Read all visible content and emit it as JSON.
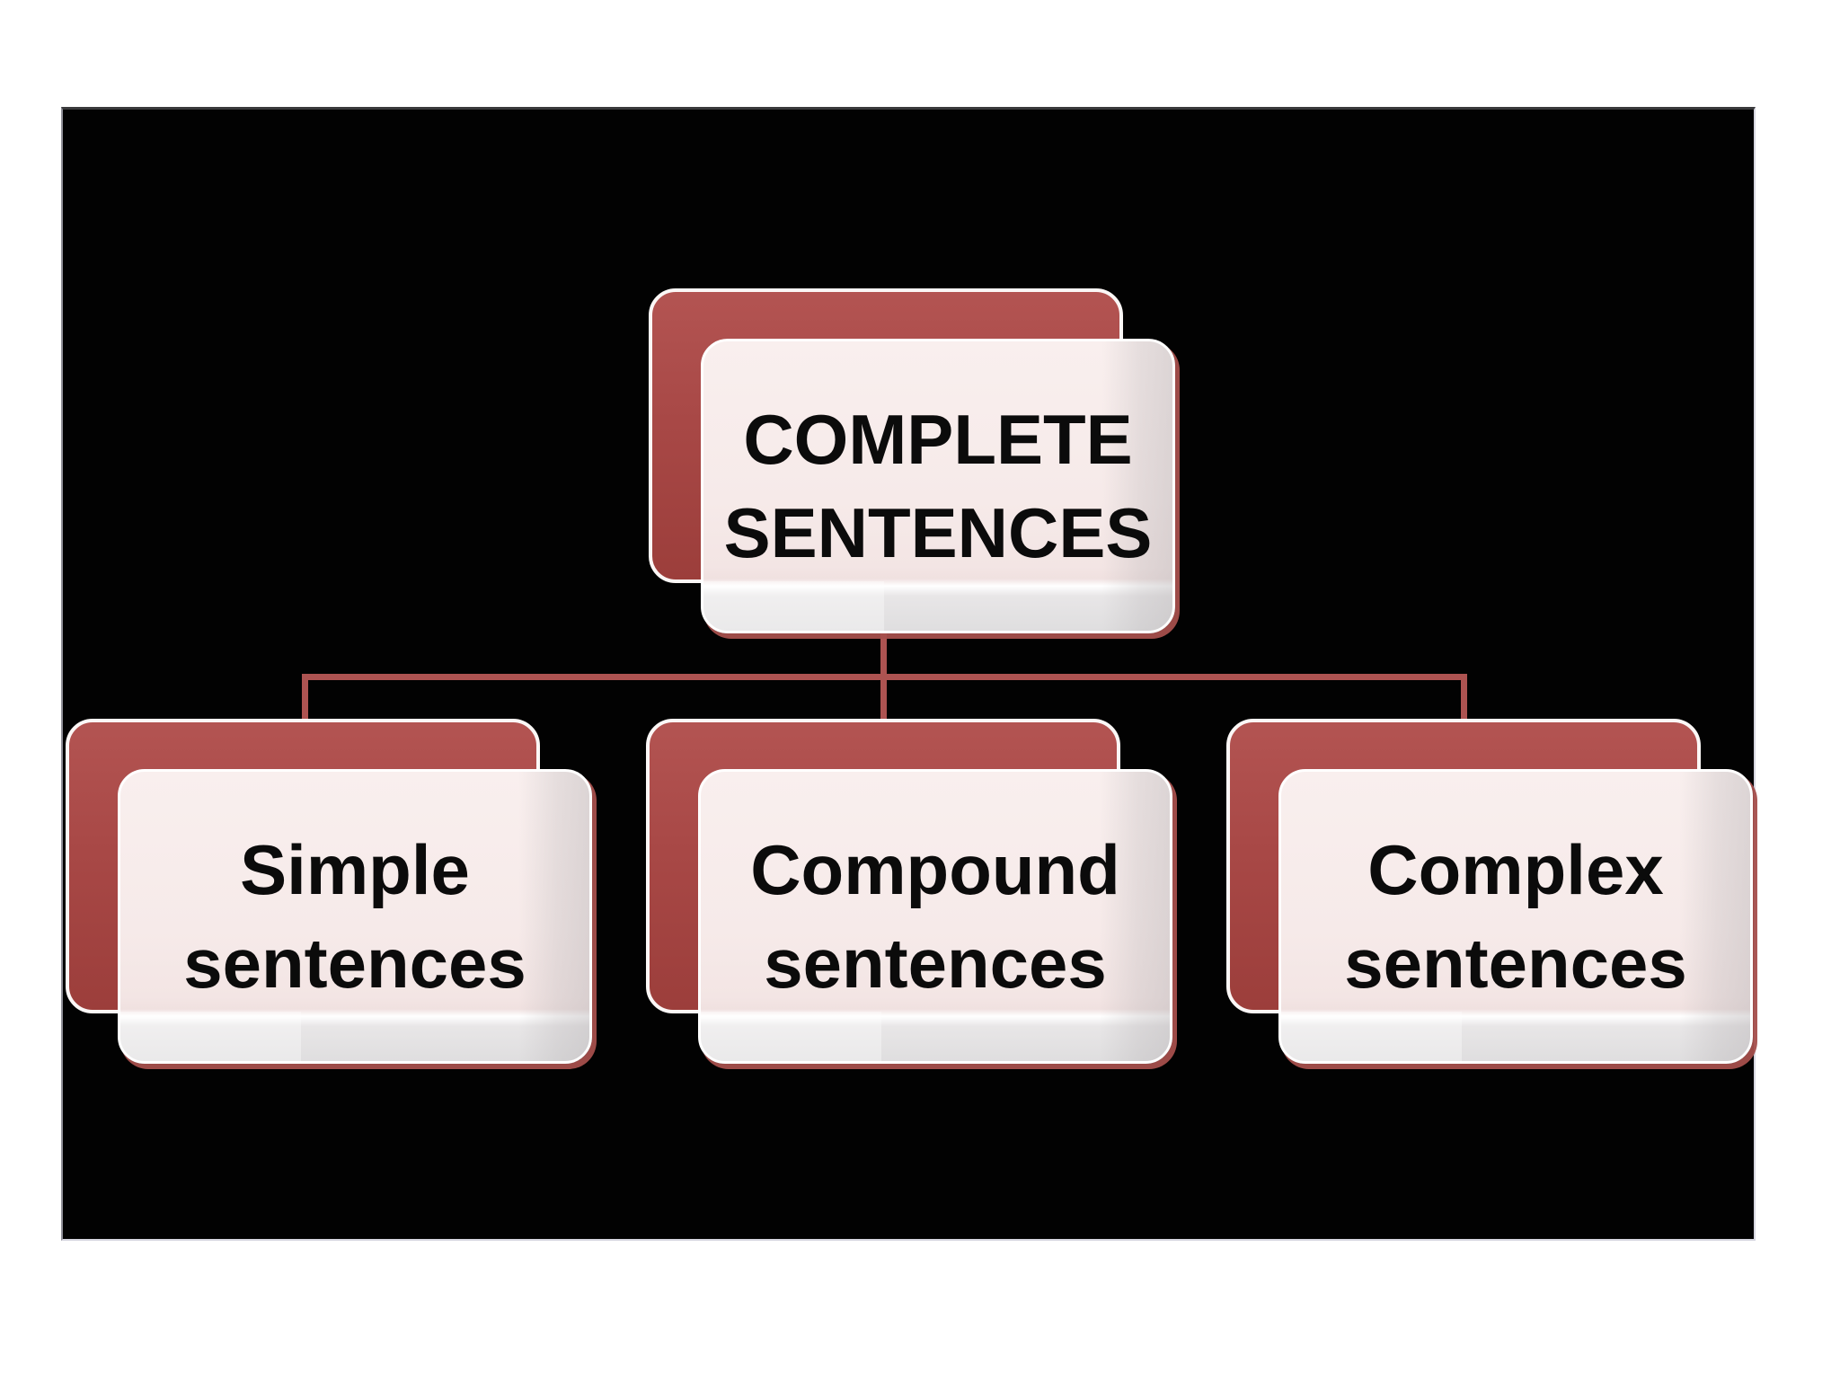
{
  "diagram": {
    "root": {
      "lines": [
        "COMPLETE",
        "SENTENCES"
      ]
    },
    "children": [
      {
        "lines": [
          "Simple",
          "sentences"
        ]
      },
      {
        "lines": [
          "Compound",
          "sentences"
        ]
      },
      {
        "lines": [
          "Complex",
          "sentences"
        ]
      }
    ]
  },
  "colors": {
    "page_background": "#ffffff",
    "slide_background": "#020202",
    "panel_back_red_top": "#b35452",
    "panel_back_red_bottom": "#9c3e3b",
    "panel_front_pink": "#f8eeed",
    "panel_front_gray": "#dfdedf",
    "panel_border_white": "#ffffff",
    "panel_edge_red": "#a54f4c",
    "connector_red": "#ad5351",
    "text_color": "#0b0b0b"
  }
}
